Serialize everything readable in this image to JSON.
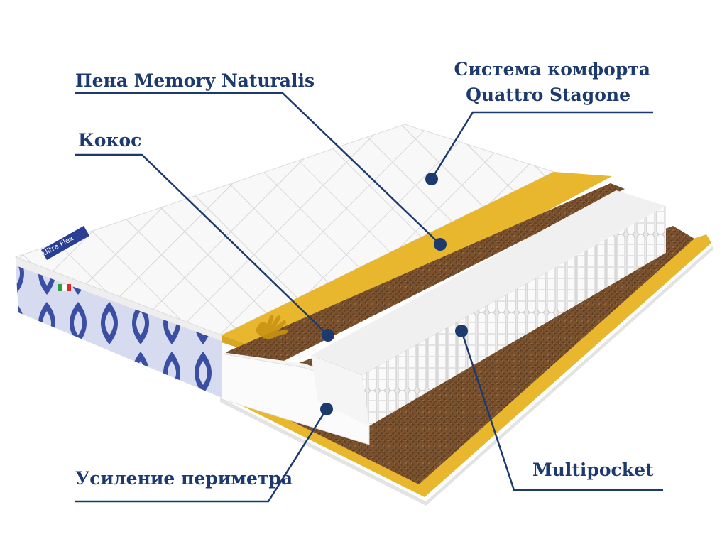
{
  "labels": {
    "memory_foam": "Пена Memory Naturalis",
    "comfort_system_line1": "Система комфорта",
    "comfort_system_line2": "Quattro Stagone",
    "coconut": "Кокос",
    "perimeter": "Усиление периметра",
    "multipocket": "Multipocket"
  },
  "colors": {
    "label_text": "#1c3a6e",
    "leader_line": "#1c3a6e",
    "memory_foam": "#e8b72d",
    "coconut": "#7a5230",
    "springs": "#f2f2f2",
    "cover": "#f7f7f7",
    "side_pattern": "#3a4fa3"
  },
  "icons": {
    "hand_imprint": "hand-icon",
    "brand_tag": "brand-tag",
    "flag": "italy-flag-icon"
  }
}
